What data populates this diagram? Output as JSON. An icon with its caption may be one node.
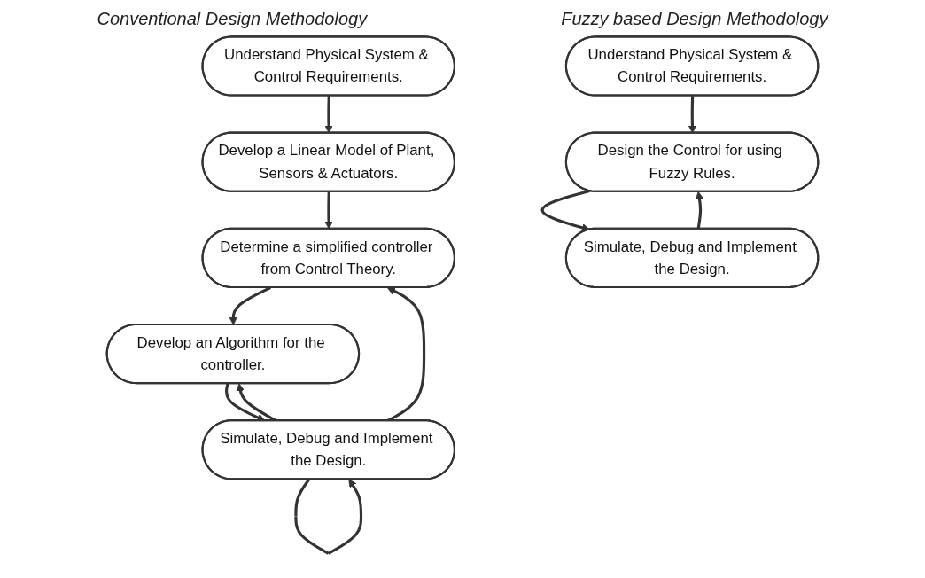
{
  "diagram": {
    "nodes": [
      {
        "text": [
          "Understand Physical System & Control Requirements."
        ]
      },
      {
        "text": [
          "Develop a Linear Model of Plant, Sensors & Actuators."
        ]
      },
      {
        "text": [
          "Determine a simplified controller from Control Theory."
        ]
      },
      {
        "text": [
          "Develop an Algorithm for the controller."
        ]
      },
      {
        "text": [
          "Simulate, Debug and Implement the Design."
        ]
      },
      {
        "text": [
          "Understand Physical System & Control Requirements."
        ]
      },
      {
        "text": [
          "Design the Control for using Fuzzy Rules."
        ]
      },
      {
        "text": [
          "Simulate, Debug and Implement the Design."
        ]
      }
    ],
    "edges": [
      {
        "from": 0,
        "to": 1,
        "arrow": "to"
      },
      {
        "from": 1,
        "to": 2,
        "arrow": "to"
      },
      {
        "from": 2,
        "to": 3,
        "arrow": "to"
      },
      {
        "from": 3,
        "to": 4,
        "arrow": "to"
      },
      {
        "from": 4,
        "to": 2,
        "arrow": "to"
      },
      {
        "from": 4,
        "to": 3,
        "arrow": "to"
      },
      {
        "from": 4,
        "to": 4,
        "arrow": "to"
      },
      {
        "from": 5,
        "to": 6,
        "arrow": "to"
      },
      {
        "from": 6,
        "to": 7,
        "arrow": "to"
      },
      {
        "from": 7,
        "to": 6,
        "arrow": "to"
      }
    ],
    "labels": [
      "Conventional Design Methodology",
      "Fuzzy based Design Methodology"
    ]
  }
}
